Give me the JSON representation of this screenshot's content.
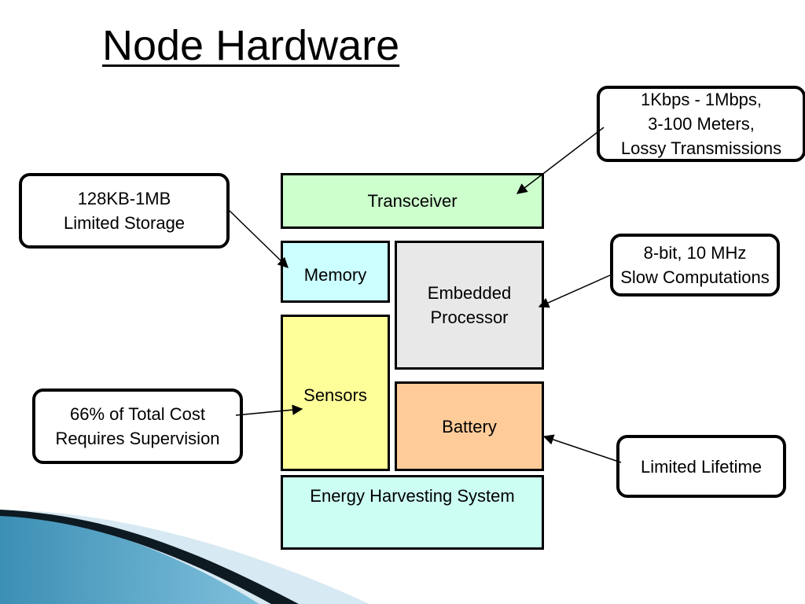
{
  "title": "Node Hardware",
  "colors": {
    "transceiver": "#ccffcc",
    "memory": "#ccffff",
    "processor": "#e8e8e8",
    "sensors": "#ffff99",
    "battery": "#ffcc99",
    "energy": "#ccfff2",
    "wave_dark": "#1f6f95",
    "wave_light": "#bcdcec"
  },
  "blocks": {
    "transceiver": "Transceiver",
    "memory": "Memory",
    "processor": [
      "Embedded",
      "Processor"
    ],
    "sensors": "Sensors",
    "battery": "Battery",
    "energy": "Energy Harvesting System"
  },
  "callouts": {
    "radio": [
      "1Kbps - 1Mbps,",
      "3-100 Meters,",
      "Lossy Transmissions"
    ],
    "storage": [
      "128KB-1MB",
      "Limited Storage"
    ],
    "cpu": [
      "8-bit, 10 MHz",
      "Slow Computations"
    ],
    "sensor": [
      "66% of Total Cost",
      "Requires Supervision"
    ],
    "lifetime": [
      "Limited Lifetime"
    ]
  }
}
